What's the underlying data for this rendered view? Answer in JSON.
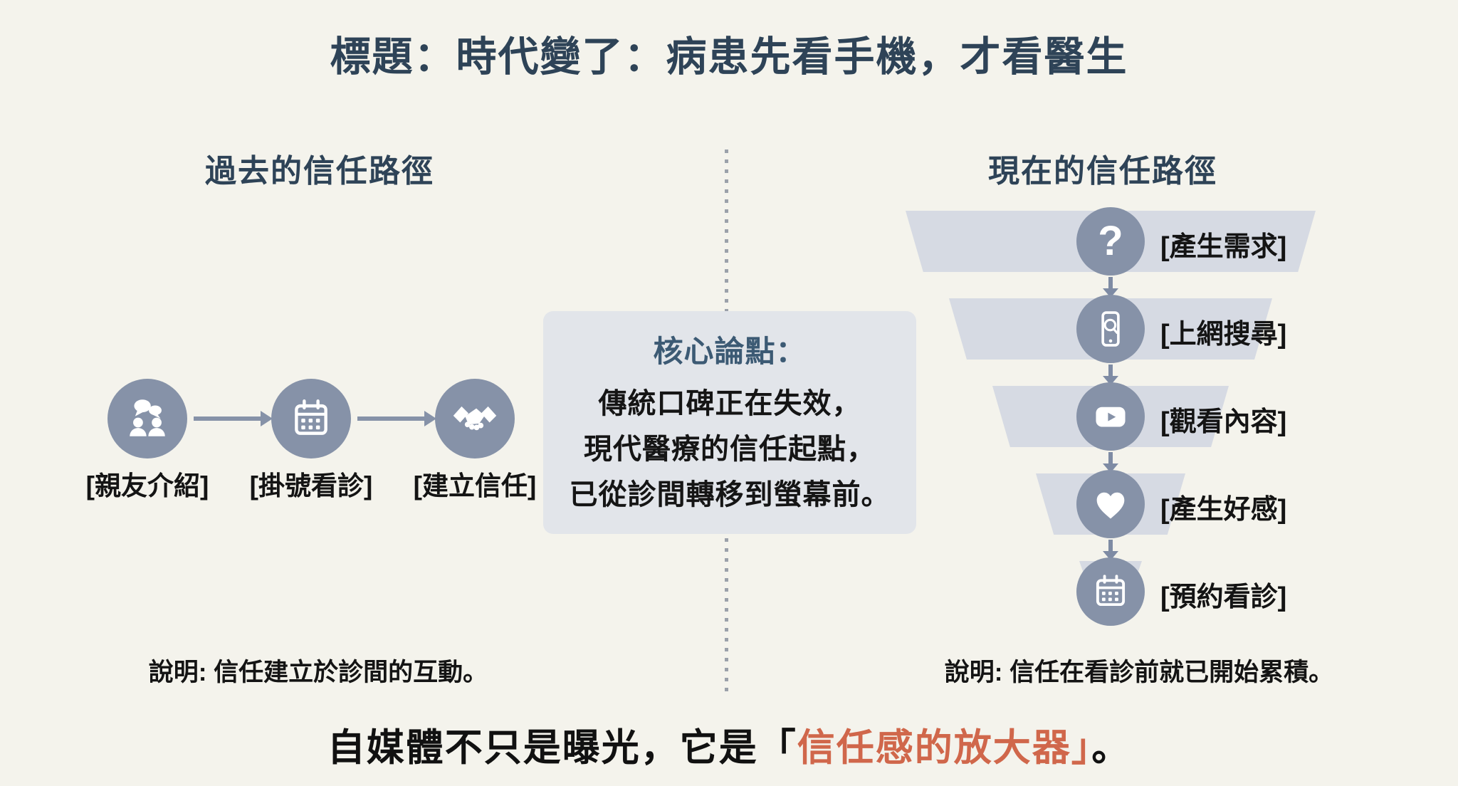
{
  "title": "標題：時代變了：病患先看手機，才看醫生",
  "left_column": {
    "header": "過去的信任路徑",
    "steps": [
      {
        "icon": "people-chat-icon",
        "label": "[親友介紹]"
      },
      {
        "icon": "calendar-icon",
        "label": "[掛號看診]"
      },
      {
        "icon": "handshake-icon",
        "label": "[建立信任]"
      }
    ],
    "caption": "說明: 信任建立於診間的互動。"
  },
  "center_box": {
    "heading": "核心論點：",
    "lines": [
      "傳統口碑正在失效，",
      "現代醫療的信任起點，",
      "已從診間轉移到螢幕前。"
    ]
  },
  "right_column": {
    "header": "現在的信任路徑",
    "steps": [
      {
        "icon": "question-mark-icon",
        "label": "[產生需求]"
      },
      {
        "icon": "phone-search-icon",
        "label": "[上網搜尋]"
      },
      {
        "icon": "play-video-icon",
        "label": "[觀看內容]"
      },
      {
        "icon": "heart-icon",
        "label": "[產生好感]"
      },
      {
        "icon": "calendar-icon",
        "label": "[預約看診]"
      }
    ],
    "caption": "說明: 信任在看診前就已開始累積。"
  },
  "footer": {
    "prefix": "自媒體不只是曝光，它是",
    "bracket_open": "「",
    "highlight": "信任感的放大器",
    "bracket_close": "」",
    "suffix": "。"
  },
  "colors": {
    "background": "#f4f3ec",
    "heading_blue": "#2e4357",
    "icon_circle": "#8692a8",
    "funnel_band": "#d6dae3",
    "core_box_bg": "#e2e5ea",
    "core_heading": "#3c5a74",
    "body_text": "#141414",
    "highlight_orange": "#d0674b"
  }
}
